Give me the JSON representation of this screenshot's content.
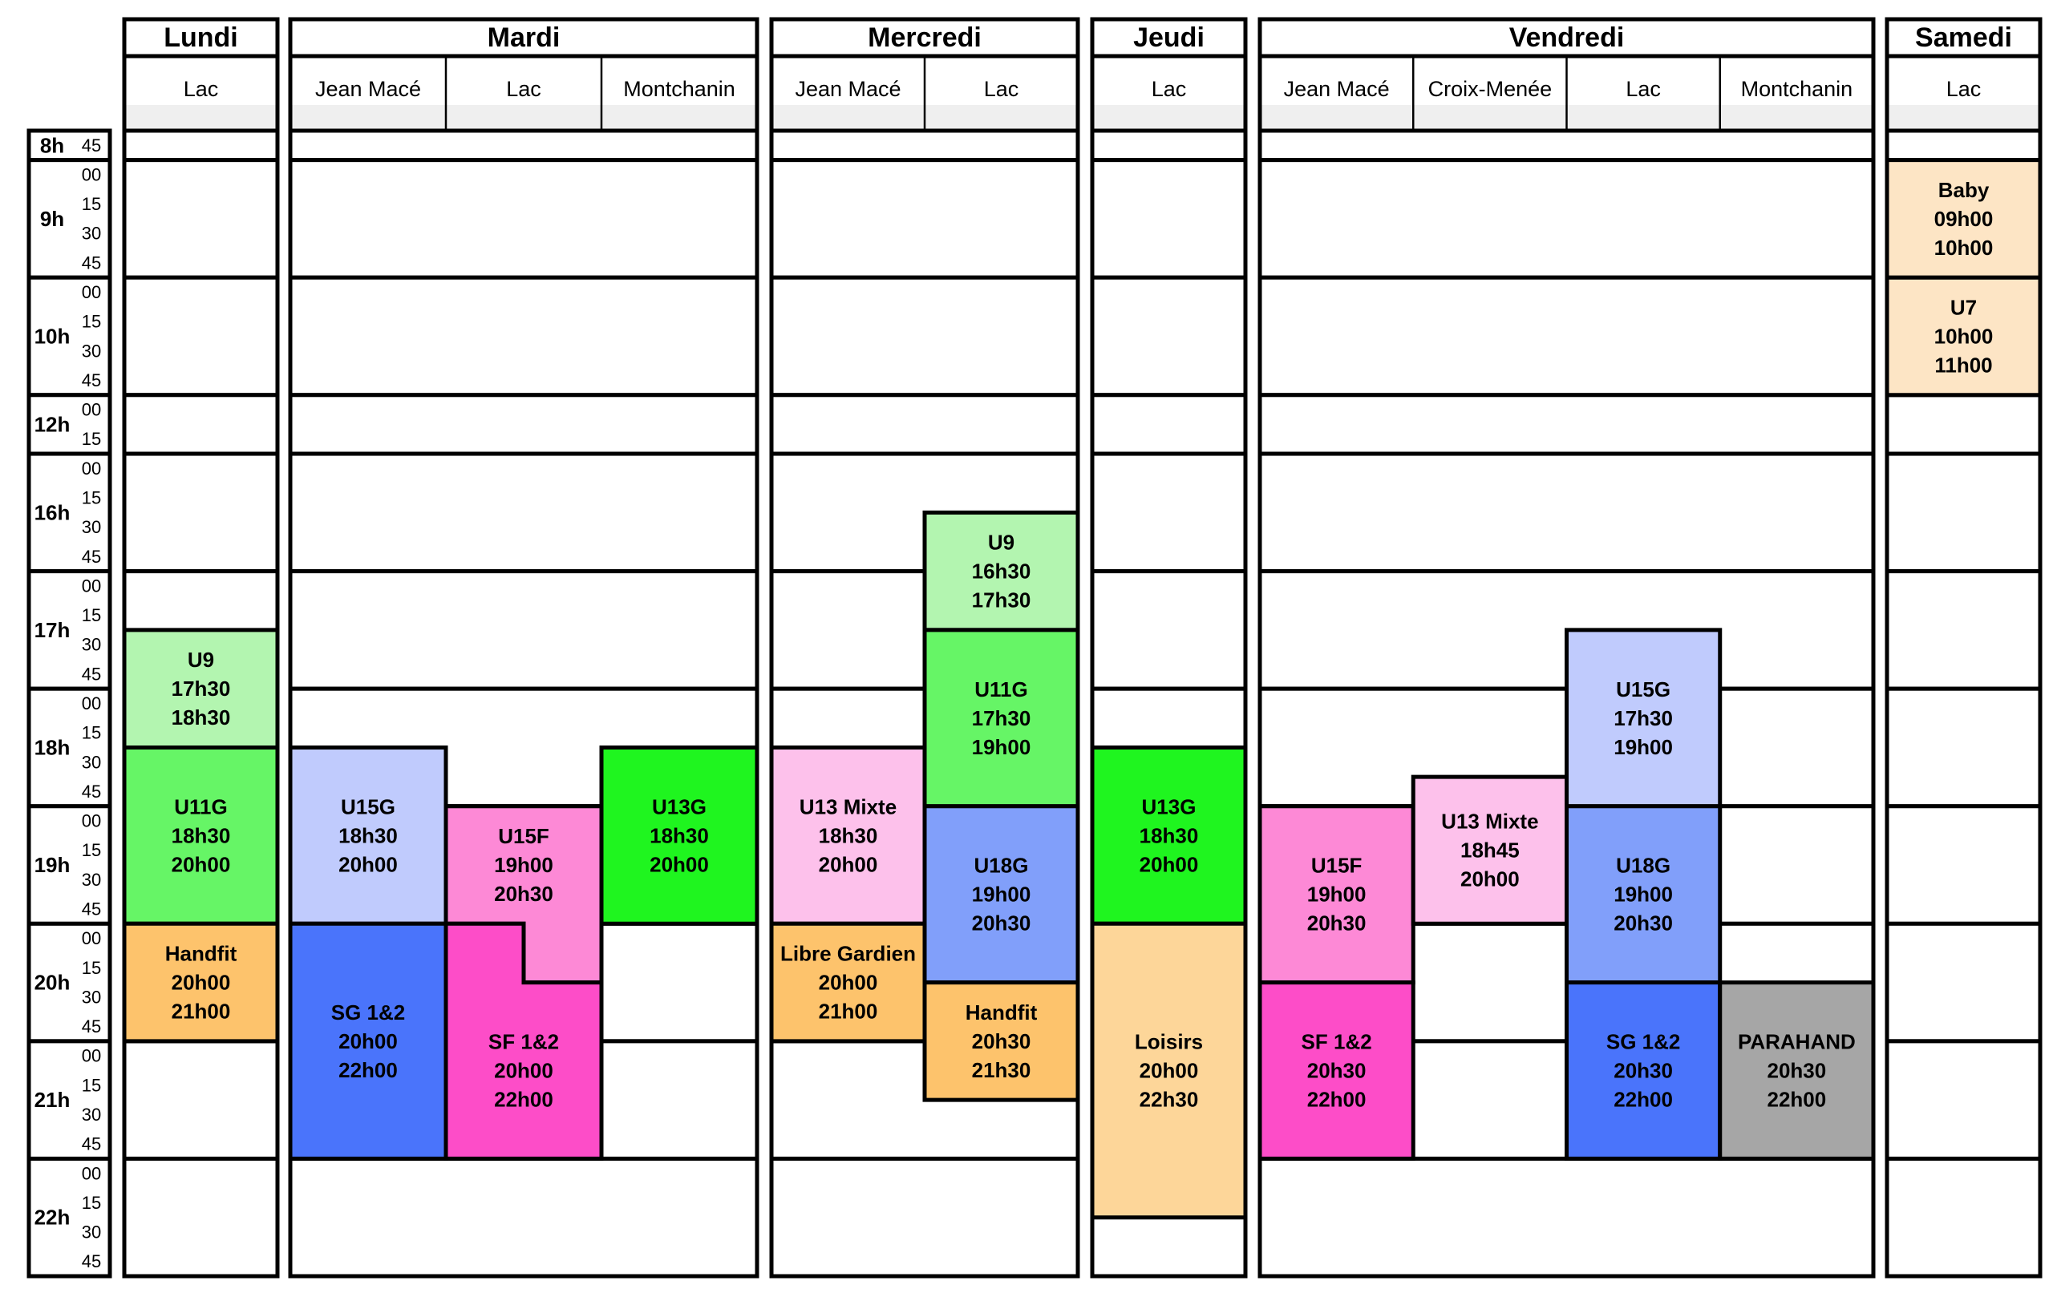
{
  "time_rows": [
    {
      "hour": "8h",
      "minutes": [
        "45"
      ]
    },
    {
      "hour": "9h",
      "minutes": [
        "00",
        "15",
        "30",
        "45"
      ]
    },
    {
      "hour": "10h",
      "minutes": [
        "00",
        "15",
        "30",
        "45"
      ]
    },
    {
      "hour": "12h",
      "minutes": [
        "00",
        "15"
      ]
    },
    {
      "hour": "16h",
      "minutes": [
        "00",
        "15",
        "30",
        "45"
      ]
    },
    {
      "hour": "17h",
      "minutes": [
        "00",
        "15",
        "30",
        "45"
      ]
    },
    {
      "hour": "18h",
      "minutes": [
        "00",
        "15",
        "30",
        "45"
      ]
    },
    {
      "hour": "19h",
      "minutes": [
        "00",
        "15",
        "30",
        "45"
      ]
    },
    {
      "hour": "20h",
      "minutes": [
        "00",
        "15",
        "30",
        "45"
      ]
    },
    {
      "hour": "21h",
      "minutes": [
        "00",
        "15",
        "30",
        "45"
      ]
    },
    {
      "hour": "22h",
      "minutes": [
        "00",
        "15",
        "30",
        "45"
      ]
    }
  ],
  "days": [
    {
      "name": "Lundi",
      "locations": [
        {
          "name": "Lac",
          "events": [
            {
              "label": "U9",
              "start": "17h30",
              "end": "18h30",
              "color": "#b3f5b0"
            },
            {
              "label": "U11G",
              "start": "18h30",
              "end": "20h00",
              "color": "#66f566"
            },
            {
              "label": "Handfit",
              "start": "20h00",
              "end": "21h00",
              "color": "#fdc36c"
            }
          ]
        }
      ]
    },
    {
      "name": "Mardi",
      "locations": [
        {
          "name": "Jean Macé",
          "events": [
            {
              "label": "U15G",
              "start": "18h30",
              "end": "20h00",
              "color": "#c0cbfd"
            },
            {
              "label": "SG 1&2",
              "start": "20h00",
              "end": "22h00",
              "color": "#4a74fb"
            }
          ]
        },
        {
          "name": "Lac",
          "events": [
            {
              "label": "U15F",
              "start": "19h00",
              "end": "20h30",
              "color": "#fd89d6"
            },
            {
              "label": "SF 1&2",
              "start": "20h00",
              "end": "22h00",
              "color": "#fd4dc8"
            }
          ]
        },
        {
          "name": "Montchanin",
          "events": [
            {
              "label": "U13G",
              "start": "18h30",
              "end": "20h00",
              "color": "#1ff51f"
            }
          ]
        }
      ]
    },
    {
      "name": "Mercredi",
      "locations": [
        {
          "name": "Jean Macé",
          "events": [
            {
              "label": "U13 Mixte",
              "start": "18h30",
              "end": "20h00",
              "color": "#fdc1eb"
            },
            {
              "label": "Libre Gardien",
              "start": "20h00",
              "end": "21h00",
              "color": "#fdc36c"
            }
          ]
        },
        {
          "name": "Lac",
          "events": [
            {
              "label": "U9",
              "start": "16h30",
              "end": "17h30",
              "color": "#b3f5b0"
            },
            {
              "label": "U11G",
              "start": "17h30",
              "end": "19h00",
              "color": "#66f566"
            },
            {
              "label": "U18G",
              "start": "19h00",
              "end": "20h30",
              "color": "#819ffa"
            },
            {
              "label": "Handfit",
              "start": "20h30",
              "end": "21h30",
              "color": "#fdc36c"
            }
          ]
        }
      ]
    },
    {
      "name": "Jeudi",
      "locations": [
        {
          "name": "Lac",
          "events": [
            {
              "label": "U13G",
              "start": "18h30",
              "end": "20h00",
              "color": "#1ff51f"
            },
            {
              "label": "Loisirs",
              "start": "20h00",
              "end": "22h30",
              "color": "#fdd699"
            }
          ]
        }
      ]
    },
    {
      "name": "Vendredi",
      "locations": [
        {
          "name": "Jean Macé",
          "events": [
            {
              "label": "U15F",
              "start": "19h00",
              "end": "20h30",
              "color": "#fd89d6"
            },
            {
              "label": "SF 1&2",
              "start": "20h30",
              "end": "22h00",
              "color": "#fd4dc8"
            }
          ]
        },
        {
          "name": "Croix-Menée",
          "events": [
            {
              "label": "U13 Mixte",
              "start": "18h45",
              "end": "20h00",
              "color": "#fdc1eb"
            }
          ]
        },
        {
          "name": "Lac",
          "events": [
            {
              "label": "U15G",
              "start": "17h30",
              "end": "19h00",
              "color": "#c0cbfd"
            },
            {
              "label": "U18G",
              "start": "19h00",
              "end": "20h30",
              "color": "#819ffa"
            },
            {
              "label": "SG 1&2",
              "start": "20h30",
              "end": "22h00",
              "color": "#4a74fb"
            }
          ]
        },
        {
          "name": "Montchanin",
          "events": [
            {
              "label": "PARAHAND",
              "start": "20h30",
              "end": "22h00",
              "color": "#a6a6a6"
            }
          ]
        }
      ]
    },
    {
      "name": "Samedi",
      "locations": [
        {
          "name": "Lac",
          "events": [
            {
              "label": "Baby",
              "start": "09h00",
              "end": "10h00",
              "color": "#fde5c5"
            },
            {
              "label": "U7",
              "start": "10h00",
              "end": "11h00",
              "color": "#fde5c5"
            }
          ]
        }
      ]
    }
  ]
}
